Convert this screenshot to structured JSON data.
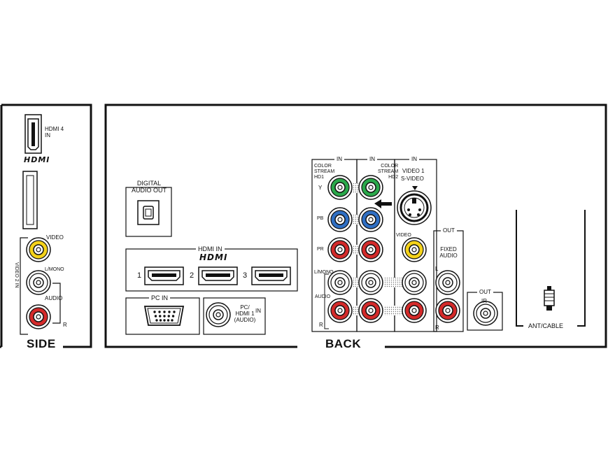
{
  "side": {
    "title": "SIDE",
    "hdmi4_label": "HDMI 4\nIN",
    "hdmi_logo": "HDMI",
    "video_label": "VIDEO",
    "lmono_label": "L/MONO",
    "audio_label": "AUDIO",
    "r_label": "R",
    "video2in_label": "VIDEO 2 IN"
  },
  "back": {
    "title": "BACK",
    "digital_audio_out": "DIGITAL\nAUDIO OUT",
    "hdmi_in": "HDMI IN",
    "hdmi_logo": "HDMI",
    "hdmi_nums": [
      "1",
      "2",
      "3"
    ],
    "pc_in": "PC IN",
    "pc_hdmi_audio": "PC/\nHDMI 1\n(AUDIO)",
    "pc_hdmi_in": "IN",
    "in_labels": [
      "IN",
      "IN",
      "IN"
    ],
    "color_stream_hd1": "COLOR\nSTREAM\nHD1",
    "color_stream_hd2": "COLOR\nSTREAM\nHD2",
    "video1": "VIDEO 1",
    "s_video": "S-VIDEO",
    "y": "Y",
    "pb": "PB",
    "pr": "PR",
    "lmono": "L/MONO",
    "audio": "AUDIO",
    "r": "R",
    "video": "VIDEO",
    "out": "OUT",
    "fixed_audio": "FIXED\nAUDIO",
    "l": "L",
    "r2": "R",
    "ir_out": "OUT",
    "ir": "IR",
    "ant_cable": "ANT/CABLE"
  },
  "colors": {
    "green": "#2aa84a",
    "blue": "#2f6fc4",
    "red": "#d42a2a",
    "yellow": "#f4d21a",
    "white": "#ffffff"
  }
}
